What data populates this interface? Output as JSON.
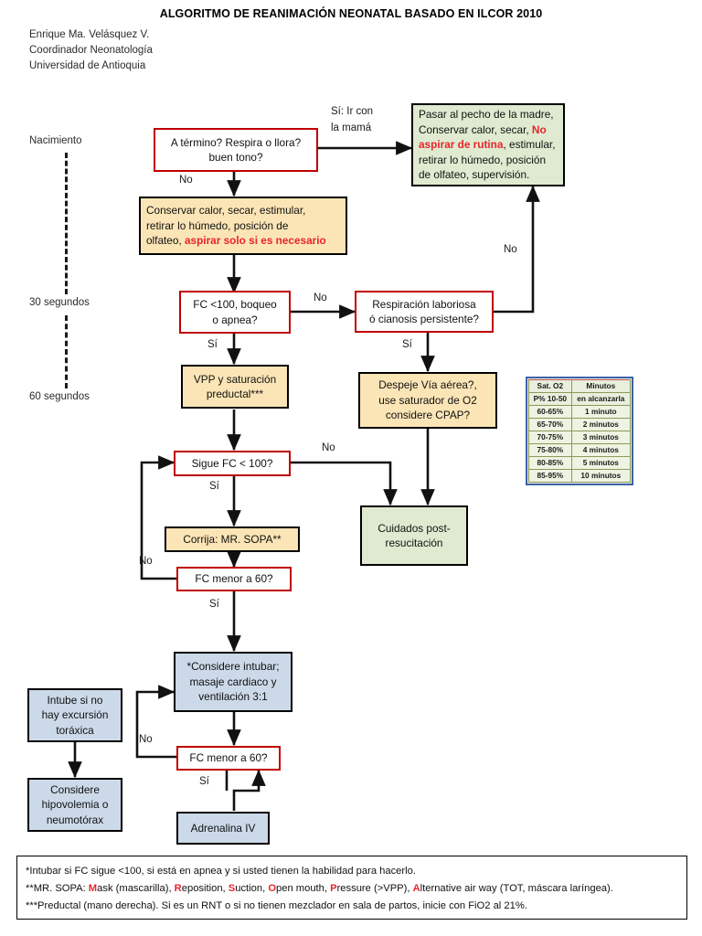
{
  "header": {
    "title": "ALGORITMO DE REANIMACIÓN NEONATAL BASADO EN ILCOR 2010",
    "author_line1": "Enrique Ma. Velásquez V.",
    "author_line2": "Coordinador Neonatología",
    "author_line3": "Universidad de Antioquia"
  },
  "timeline": {
    "birth": "Nacimiento",
    "sec30": "30 segundos",
    "sec60": "60 segundos"
  },
  "nodes": {
    "term": {
      "line1": "A término? Respira o llora?",
      "line2": "buen tono?"
    },
    "mother": {
      "l1": "Pasar al pecho de la madre,",
      "l2a": "Conservar calor, secar, ",
      "l2b": "No",
      "l3a": "aspirar de rutina",
      "l3b": ", estimular,",
      "l4": "retirar lo húmedo, posición",
      "l5": "de olfateo, supervisión."
    },
    "warm": {
      "l1": "Conservar calor, secar, estimular,",
      "l2": "retirar lo húmedo, posición de",
      "l3a": "olfateo, ",
      "l3b": "aspirar solo si es necesario"
    },
    "fc100": {
      "l1": "FC <100, boqueo",
      "l2": "o apnea?"
    },
    "labored": {
      "l1": "Respiración laboriosa",
      "l2": "ó cianosis persistente?"
    },
    "vpp": {
      "l1": "VPP y saturación",
      "l2": "preductal***"
    },
    "airway": {
      "l1": "Despeje Vía aérea?,",
      "l2": "use saturador de O2",
      "l3": "considere CPAP?"
    },
    "stillfc": {
      "l1": "Sigue FC < 100?"
    },
    "sopa": {
      "l1": "Corrija: MR. SOPA**"
    },
    "fc60a": {
      "l1": "FC menor a 60?"
    },
    "postcare": {
      "l1": "Cuidados post-",
      "l2": "resucitación"
    },
    "intubate": {
      "l1": "*Considere intubar;",
      "l2": "masaje cardiaco y",
      "l3": "ventilación 3:1"
    },
    "noexcursion": {
      "l1": "Intube si no",
      "l2": "hay excursión",
      "l3": "toráxica"
    },
    "fc60b": {
      "l1": "FC menor a 60?"
    },
    "hypovolemia": {
      "l1": "Considere",
      "l2": "hipovolemia o",
      "l3": "neumotórax"
    },
    "adrenaline": {
      "l1": "Adrenalina IV"
    }
  },
  "edge_labels": {
    "yes_mother_1": "Sí: Ir con",
    "yes_mother_2": "la mamá",
    "no_term": "No",
    "no_fc100": "No",
    "yes_fc100": "Sí",
    "yes_labored": "Sí",
    "no_labored": "No",
    "no_stillfc": "No",
    "yes_stillfc": "Sí",
    "no_fc60a": "No",
    "yes_fc60a": "Sí",
    "no_fc60b": "No",
    "yes_fc60b": "Sí"
  },
  "sat_table": {
    "header": [
      [
        "Sat. O2",
        "Minutos"
      ],
      [
        "P% 10-50",
        "en alcanzarla"
      ]
    ],
    "rows": [
      [
        "60-65%",
        "1 minuto"
      ],
      [
        "65-70%",
        "2 minutos"
      ],
      [
        "70-75%",
        "3 minutos"
      ],
      [
        "75-80%",
        "4 minutos"
      ],
      [
        "80-85%",
        "5 minutos"
      ],
      [
        "85-95%",
        "10 minutos"
      ]
    ]
  },
  "footnotes": {
    "n1": "*Intubar si FC sigue <100, si está en apnea y si usted tienen la habilidad para hacerlo.",
    "n2_pre": "**MR. SOPA: ",
    "n2_m": "M",
    "n2_m_rest": "ask (mascarilla), ",
    "n2_r": "R",
    "n2_r_rest": "eposition, ",
    "n2_s": "S",
    "n2_s_rest": "uction, ",
    "n2_o": "O",
    "n2_o_rest": "pen mouth, ",
    "n2_p": "P",
    "n2_p_rest": "ressure (>VPP), ",
    "n2_a": "A",
    "n2_a_rest": "lternative air way (TOT, máscara laríngea).",
    "n3": "***Preductal (mano derecha). Si es un RNT o si no tienen mezclador en sala de partos, inicie con FiO2 al 21%."
  },
  "colors": {
    "red_border": "#c00000",
    "red_text": "#e8252a",
    "cream": "#fbe5b6",
    "green": "#dfead0",
    "blue": "#ccd9e8",
    "table_border": "#3a62a8"
  }
}
